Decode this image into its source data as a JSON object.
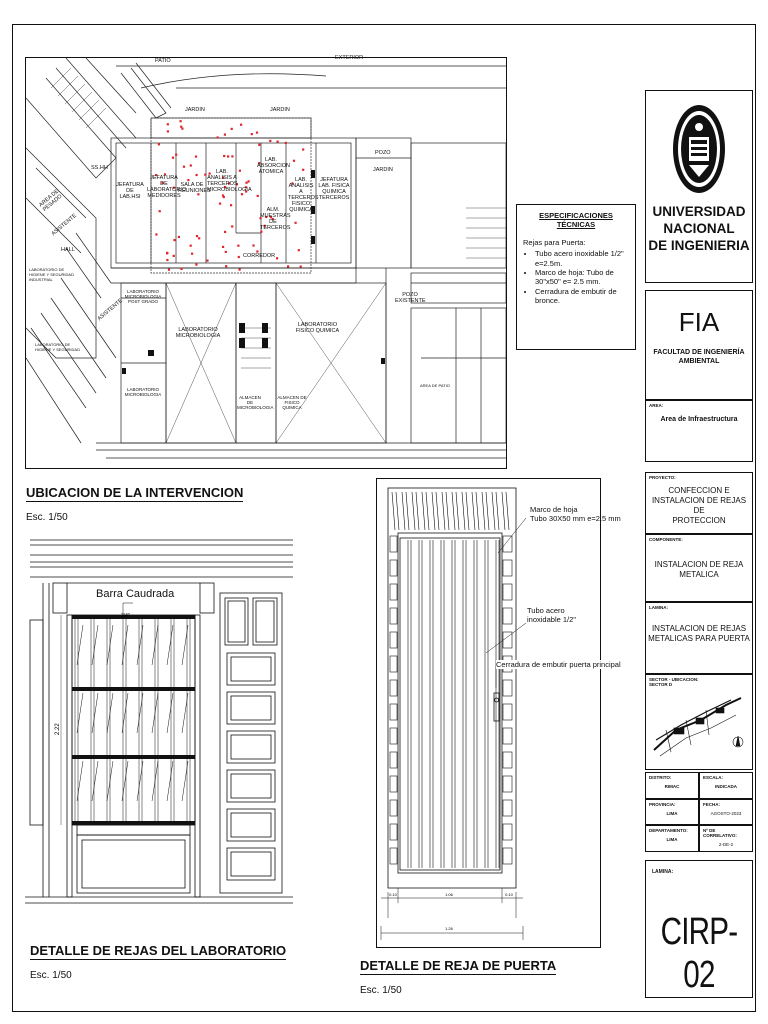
{
  "plan": {
    "labels": {
      "patio": "PATIO",
      "exterior": "EXTERIOR",
      "jardin1": "JARDIN",
      "jardin2": "JARDIN",
      "jardin3": "JARDIN",
      "pozo": "POZO",
      "area_pesado": "AREA DE PESADO",
      "asistente1": "ASISTENTE",
      "hall": "HALL",
      "lab_higiene": "LABORATORIO DE HIGIENE Y SEGURIDAD INDUSTRIAL",
      "lab_higiene2": "LABORATORIO DE HIGIENE Y SEGURIDAD",
      "jefatura_labs": "JEFATURA DE LAB.HSI",
      "jefatura_lab_micro": "JEFATURA DE LABORATORIO MEDIDORES",
      "sala_reuniones": "SALA DE REUNIONES",
      "lab_analisis": "LAB. ANALISIS A TERCEROS MICROBIOLOGIA",
      "lab_absorcion": "LAB. ABSORCION ATOMICA",
      "lab_analisis2": "LAB. ANALISIS A TERCEROS FISICO QUIMICA",
      "jefatura_fisico": "JEFATURA LAB. FISICA QUIMICA TERCEROS",
      "alm_muestras": "ALM. MUESTRAS DE TERCEROS",
      "corredor": "CORREDOR",
      "asistente2": "ASISTENTE",
      "lab_micro_postgrado": "LABORATORIO MICROBIOLOGIA POST GRADO",
      "lab_micro": "LABORATORIO MICROBIOLOGIA",
      "lab_fisico": "LABORATORIO FISICO QUIMICA",
      "lab_micro_bottom": "LABORATORIO MICROBIOLOGIA",
      "almacen1": "ALMACEN DE MICROBIOLOGIA",
      "almacen2": "ALMACEN DE FISICO QUIMICA",
      "pozo_existente": "POZO EXISTENTE",
      "sh": "SS.HH",
      "patio_bottom": "AREA DE PATIO"
    }
  },
  "specs": {
    "title": "ESPECIFICACIONES TÉCNICAS",
    "intro": "Rejas para Puerta:",
    "items": [
      "Tubo acero inoxidable 1/2\" e=2.5m.",
      "Marco de hoja: Tubo de 30\"x50\" e= 2.5 mm.",
      "Cerradura de embutir de bronce."
    ]
  },
  "sections": {
    "ubicacion_title": "UBICACION DE LA INTERVENCION",
    "ubicacion_scale": "Esc. 1/50",
    "lab_title": "DETALLE DE REJAS DEL LABORATORIO",
    "lab_scale": "Esc. 1/50",
    "puerta_title": "DETALLE DE REJA DE PUERTA",
    "puerta_scale": "Esc. 1/50"
  },
  "lab_detail": {
    "barra": "Barra Caudrada",
    "dim": "3/4\"",
    "height": "2.22"
  },
  "door_detail": {
    "marco": "Marco de hoja\nTubo 30X50 mm e=2.5 mm",
    "marco_l1": "Marco de hoja",
    "marco_l2": "Tubo 30X50 mm e=2.5 mm",
    "tubo_l1": "Tubo acero",
    "tubo_l2": "inoxidable 1/2\"",
    "cerradura": "Cerradura de  embutir puerta principal",
    "dim_inner": "1.06",
    "dim_left": "0.10",
    "dim_right": "0.10",
    "dim_total": "1.26"
  },
  "title_block": {
    "university": "UNIVERSIDAD NACIONAL DE INGENIERIA",
    "uni_l1": "UNIVERSIDAD",
    "uni_l2": "NACIONAL",
    "uni_l3": "DE INGENIERIA",
    "fia": "FIA",
    "faculty_l1": "FACULTAD DE INGENIERÍA",
    "faculty_l2": "AMBIENTAL",
    "area_label": "AREA:",
    "area_value": "Area de Infraestructura",
    "proyecto_label": "PROYECTO:",
    "proyecto_l1": "CONFECCION E",
    "proyecto_l2": "INSTALACION DE REJAS DE",
    "proyecto_l3": "PROTECCION",
    "componente_label": "COMPONENTE:",
    "componente_l1": "INSTALACION DE REJA",
    "componente_l2": "METALICA",
    "lamina_label": "LAMINA:",
    "lamina_l1": "INSTALACION DE REJAS",
    "lamina_l2": "METALICAS PARA PUERTA",
    "sector_l1": "SECTOR - UBICACION:",
    "sector_l2": "SECTOR D",
    "distrito_label": "DISTRITO:",
    "distrito_value": "RIMAC",
    "escala_label": "ESCALA:",
    "escala_value": "INDICADA",
    "provincia_label": "PROVINCIA:",
    "provincia_value": "LIMA",
    "fecha_label": "FECHA:",
    "fecha_value": "AGOSTO-2023",
    "departamento_label": "DEPARTAMENTO:",
    "departamento_value": "LIMA",
    "correlativo_label": "Nº DE CORRELATIVO:",
    "correlativo_value": "2-DE-2",
    "lamina2_label": "LAMINA:",
    "sheet_code": "CIRP-02"
  }
}
